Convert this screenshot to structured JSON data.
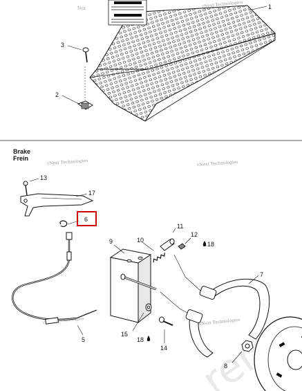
{
  "section_heading": [
    "Brake",
    "Frein"
  ],
  "part_labels": {
    "p1": "1",
    "p2": "2",
    "p3": "3",
    "p5": "5",
    "p6": "6",
    "p7": "7",
    "p8": "8",
    "p9": "9",
    "p10": "10",
    "p11": "11",
    "p12": "12",
    "p13": "13",
    "p14": "14",
    "p15": "15",
    "p17": "17",
    "p18a": "18",
    "p18b": "18"
  },
  "watermark_text": "vNext Technologies",
  "big_watermark": "rem",
  "highlight_color": "#cc0000",
  "colors": {
    "line": "#111111",
    "divider": "#555555"
  }
}
